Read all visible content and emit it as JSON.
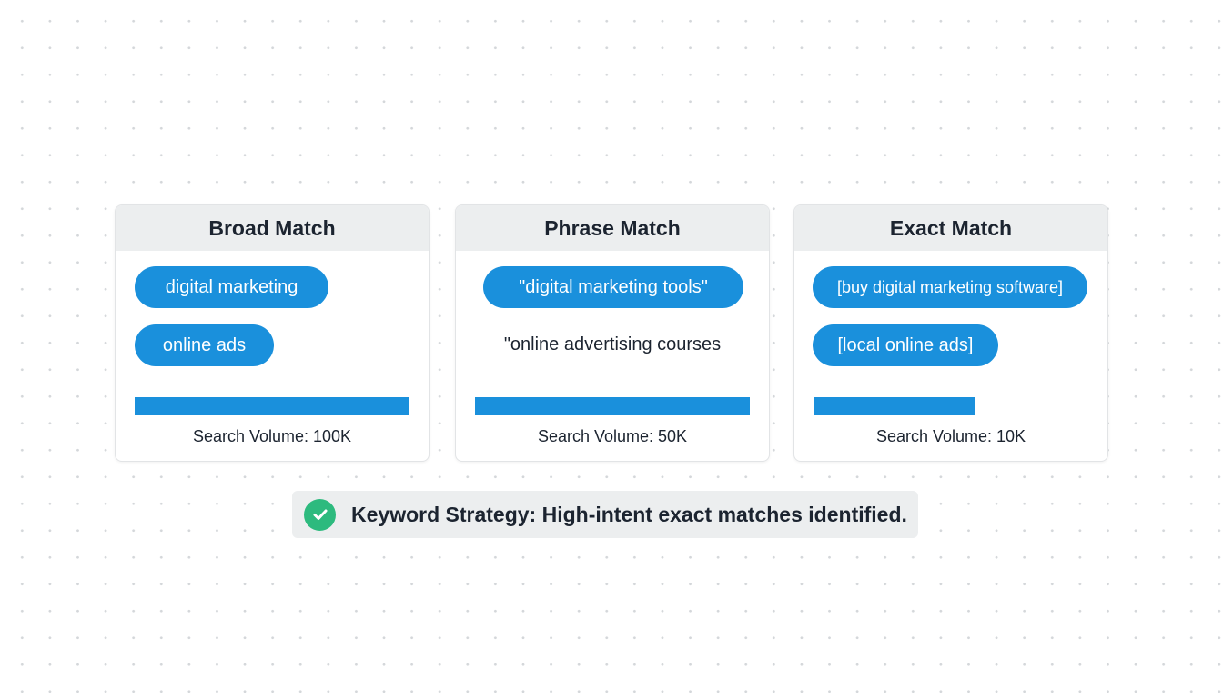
{
  "cards": [
    {
      "title": "Broad Match",
      "keywords": [
        "digital marketing",
        "online ads"
      ],
      "volume_label": "Search Volume: 100K",
      "bar_fill": 1.0
    },
    {
      "title": "Phrase Match",
      "keywords": [
        "\"digital marketing tools\"",
        "\"online advertising courses"
      ],
      "volume_label": "Search Volume: 50K",
      "bar_fill": 1.0
    },
    {
      "title": "Exact Match",
      "keywords": [
        "[buy digital marketing software]",
        "[local online ads]"
      ],
      "volume_label": "Search Volume: 10K",
      "bar_fill": 0.59
    }
  ],
  "status": {
    "icon": "check-circle-icon",
    "text": "Keyword Strategy: High-intent exact matches identified."
  },
  "colors": {
    "accent": "#1a90dc",
    "success": "#2dba7e",
    "header_bg": "#eceeef",
    "text": "#1c2430"
  }
}
